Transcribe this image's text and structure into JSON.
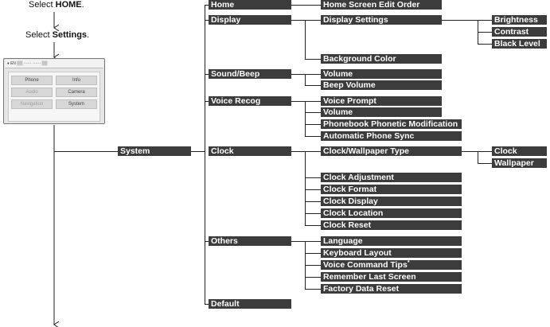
{
  "instructions": {
    "step1_prefix": "Select ",
    "step1_bold": "HOME",
    "step1_suffix": ".",
    "step2_prefix": "Select ",
    "step2_bold": "Settings",
    "step2_suffix": "."
  },
  "screen": {
    "status_bar": "♦  EN  ▒▒  ······  ······  ▒▒",
    "tiles": [
      "Phone",
      "Info",
      "Audio",
      "Camera",
      "Navigation",
      "System"
    ]
  },
  "tree": {
    "system": "System",
    "home": "Home",
    "home_screen_edit_order": "Home Screen Edit Order",
    "display": "Display",
    "display_settings": "Display Settings",
    "brightness": "Brightness",
    "contrast": "Contrast",
    "black_level": "Black Level",
    "background_color": "Background Color",
    "sound_beep": "Sound/Beep",
    "volume": "Volume",
    "beep_volume": "Beep Volume",
    "voice_recog": "Voice Recog",
    "voice_prompt": "Voice Prompt",
    "voice_volume": "Volume",
    "phonebook_phonetic": "Phonebook Phonetic Modification",
    "automatic_phone_sync": "Automatic Phone Sync",
    "clock": "Clock",
    "clock_wallpaper_type": "Clock/Wallpaper Type",
    "clock_option": "Clock",
    "wallpaper": "Wallpaper",
    "clock_adjustment": "Clock Adjustment",
    "clock_format": "Clock Format",
    "clock_display": "Clock Display",
    "clock_location": "Clock Location",
    "clock_reset": "Clock Reset",
    "others": "Others",
    "language": "Language",
    "keyboard_layout": "Keyboard Layout",
    "voice_command_tips": "Voice Command Tips",
    "voice_command_tips_mark": "*",
    "remember_last_screen": "Remember Last Screen",
    "factory_data_reset": "Factory Data Reset",
    "default": "Default"
  }
}
